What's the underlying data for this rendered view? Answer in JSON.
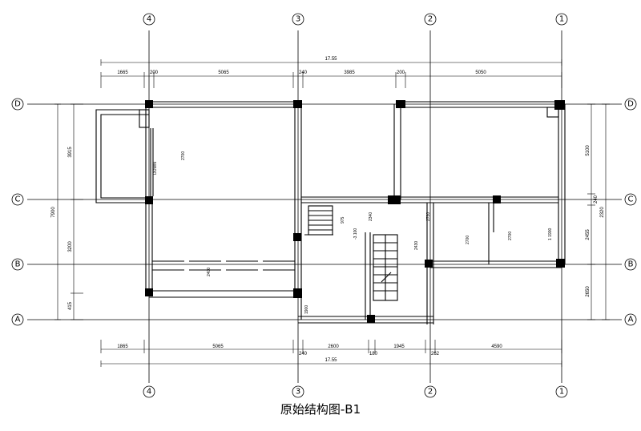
{
  "title": "原始结构图-B1",
  "axes": {
    "vertical": [
      "4",
      "3",
      "2",
      "1"
    ],
    "horizontal": [
      "D",
      "C",
      "B",
      "A"
    ]
  },
  "dimensions": {
    "top_total": "17.55",
    "top": [
      "1665",
      "200",
      "5065",
      "240",
      "3985",
      "200",
      "5050"
    ],
    "bottom_total": "17.55",
    "bottom": [
      "1865",
      "5065",
      "240",
      "2600",
      "180",
      "1945",
      "262",
      "4590"
    ],
    "left": [
      "3915",
      "3200",
      "415"
    ],
    "left_total": "7900",
    "right": [
      "5100",
      "240",
      "2455",
      "2650"
    ],
    "right_total": "2320"
  },
  "annotations": {
    "room_height_1": "2700",
    "room_height_2": "2400",
    "room_height_3": "2700",
    "room_height_4": "2700",
    "stair_a": "2340",
    "stair_b": "2730",
    "stair_c": "2430",
    "stair_d": "1900",
    "level": "-3.100",
    "note_1": "975",
    "note_2": "DOWN",
    "note_3": "1 1900"
  }
}
